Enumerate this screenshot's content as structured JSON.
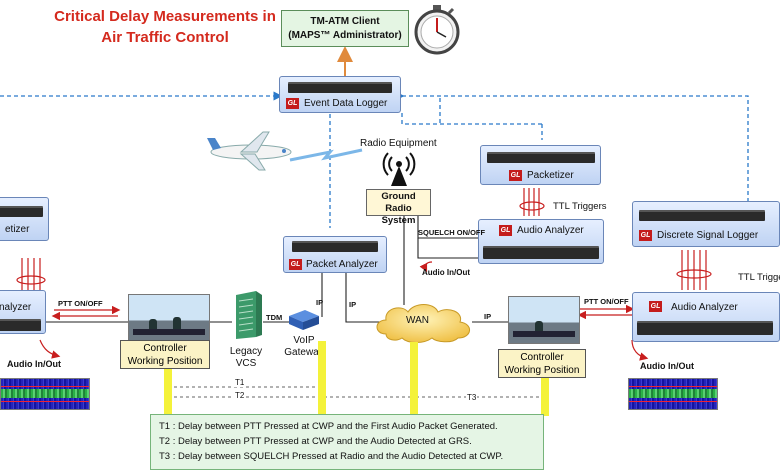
{
  "title": {
    "line1": "Critical Delay Measurements in",
    "line2": "Air Traffic Control"
  },
  "client": {
    "line1": "TM-ATM Client",
    "line2": "(MAPS™ Administrator)"
  },
  "gl_badge": "GL",
  "devices": {
    "event_data_logger": "Event Data Logger",
    "packetizer_right": "Packetizer",
    "packetizer_left": "etizer",
    "packet_analyzer": "Packet Analyzer",
    "audio_analyzer_middle": "Audio Analyzer",
    "audio_analyzer_left": "nalyzer",
    "audio_analyzer_right": "Audio Analyzer",
    "discrete_signal_logger": "Discrete Signal Logger"
  },
  "labels": {
    "radio_equipment": "Radio Equipment",
    "ground_radio_line1": "Ground Radio",
    "ground_radio_line2": "System",
    "squelch": "SQUELCH ON/OFF",
    "audio_in_out_mid": "Audio In/Out",
    "audio_in_out_left": "Audio In/Out",
    "audio_in_out_right": "Audio In/Out",
    "ttl_triggers_1": "TTL Triggers",
    "ttl_triggers_2": "TTL Trigge",
    "ptt_left": "PTT ON/OFF",
    "ptt_right": "PTT ON/OFF",
    "cwp_left_line1": "Controller",
    "cwp_left_line2": "Working Position",
    "cwp_right_line1": "Controller",
    "cwp_right_line2": "Working Position",
    "legacy_line1": "Legacy",
    "legacy_line2": "VCS",
    "voip_line1": "VoIP",
    "voip_line2": "Gateway",
    "tdm": "TDM",
    "ip_1": "IP",
    "ip_2": "IP",
    "ip_3": "IP",
    "wan": "WAN",
    "t1": "T1",
    "t2": "T2",
    "t3": "T3"
  },
  "legend": {
    "t1": "T1 : Delay between PTT Pressed at CWP and the First Audio Packet Generated.",
    "t2": "T2 : Delay between PTT Pressed at CWP and the Audio Detected at GRS.",
    "t3": "T3 : Delay between SQUELCH Pressed at Radio and the Audio Detected at CWP."
  },
  "colors": {
    "title": "#d42a1e",
    "dashed_link": "#2a79c9",
    "client_arrow": "#e08a3c",
    "yellow_marker": "#f4f23a",
    "rf_arcs": "#c81e1e"
  },
  "icons": [
    "stopwatch-icon",
    "airplane-icon",
    "radio-tower-icon",
    "wan-cloud-icon",
    "voip-router-icon",
    "server-rack-icon"
  ]
}
